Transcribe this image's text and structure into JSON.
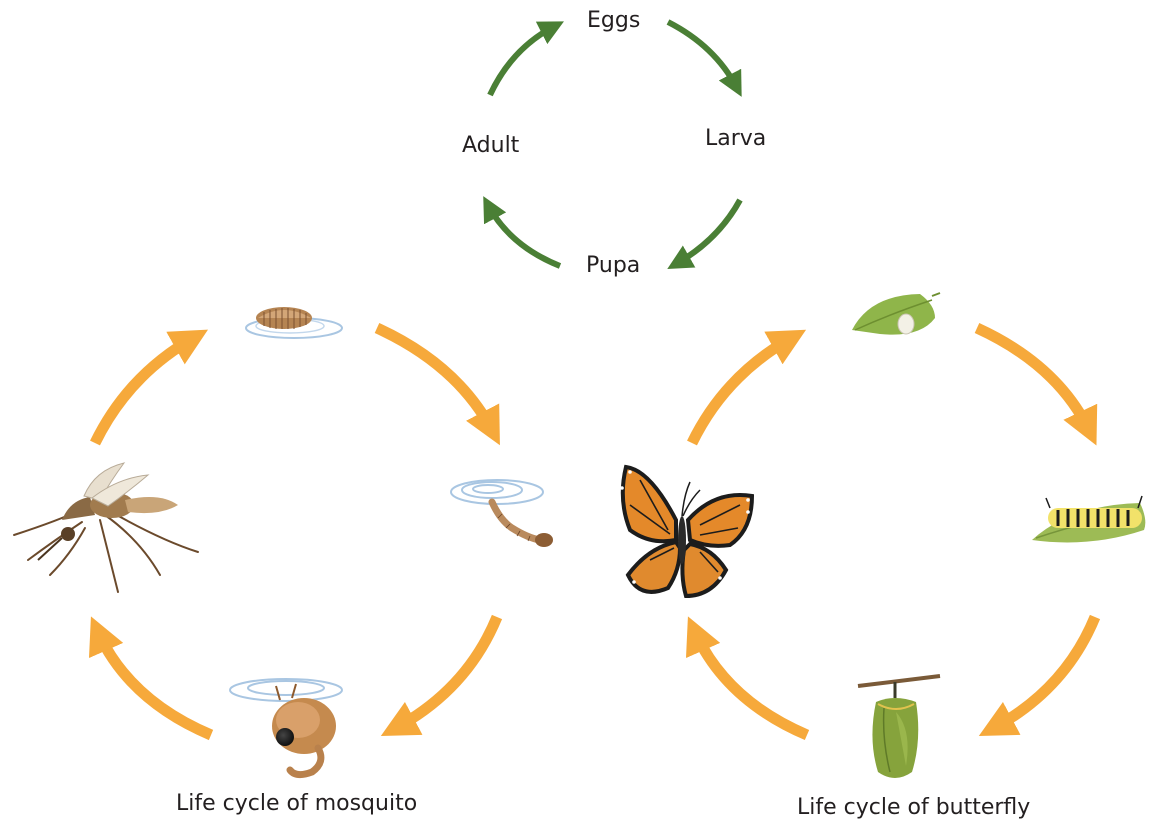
{
  "key_cycle": {
    "stages": {
      "eggs": "Eggs",
      "larva": "Larva",
      "pupa": "Pupa",
      "adult": "Adult"
    }
  },
  "mosquito_cycle": {
    "caption": "Life cycle of mosquito",
    "stages": [
      "mosquito-eggs",
      "mosquito-larva",
      "mosquito-pupa",
      "mosquito-adult"
    ]
  },
  "butterfly_cycle": {
    "caption": "Life cycle of butterfly",
    "stages": [
      "butterfly-eggs-on-leaf",
      "caterpillar",
      "chrysalis",
      "butterfly-adult"
    ]
  },
  "colors": {
    "key_arrow": "#4a7f35",
    "cycle_arrow": "#f6a93b",
    "text": "#231f20"
  }
}
